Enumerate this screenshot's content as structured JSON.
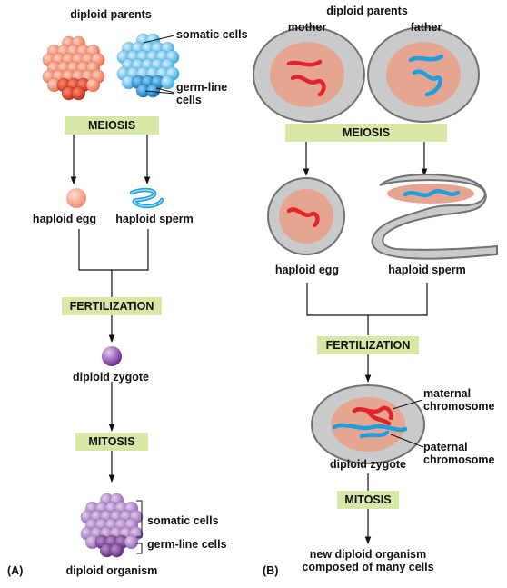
{
  "panel_a": {
    "panel_label": "(A)",
    "parents_title": "diploid parents",
    "somatic_cells_label": "somatic cells",
    "germ_line_cells_label": "germ-line\ncells",
    "meiosis_label": "MEIOSIS",
    "haploid_egg_label": "haploid egg",
    "haploid_sperm_label": "haploid sperm",
    "fertilization_label": "FERTILIZATION",
    "zygote_label": "diploid zygote",
    "mitosis_label": "MITOSIS",
    "organism_somatic_label": "somatic cells",
    "organism_germ_label": "germ-line cells",
    "organism_label": "diploid organism"
  },
  "panel_b": {
    "panel_label": "(B)",
    "parents_title": "diploid parents",
    "mother_label": "mother",
    "father_label": "father",
    "meiosis_label": "MEIOSIS",
    "haploid_egg_label": "haploid egg",
    "haploid_sperm_label": "haploid sperm",
    "fertilization_label": "FERTILIZATION",
    "maternal_label": "maternal\nchromosome",
    "paternal_label": "paternal\nchromosome",
    "zygote_label": "diploid zygote",
    "mitosis_label": "MITOSIS",
    "organism_label": "new diploid organism\ncomposed of many cells"
  },
  "colors": {
    "process_box": "#d7e7a6",
    "maternal_red": "#e3232b",
    "paternal_blue": "#1c9fe0",
    "cell_gray": "#c9cacb",
    "nucleus_pink": "#e6a591",
    "zygote_purple": "#8a4fa6"
  }
}
